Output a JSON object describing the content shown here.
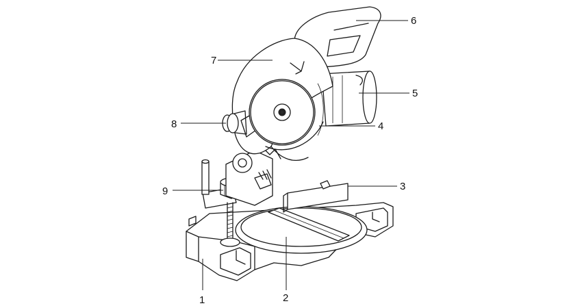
{
  "callouts": [
    {
      "id": "1",
      "text": "1"
    },
    {
      "id": "2",
      "text": "2"
    },
    {
      "id": "3",
      "text": "3"
    },
    {
      "id": "4",
      "text": "4"
    },
    {
      "id": "5",
      "text": "5"
    },
    {
      "id": "6",
      "text": "6"
    },
    {
      "id": "7",
      "text": "7"
    },
    {
      "id": "8",
      "text": "8"
    },
    {
      "id": "9",
      "text": "9"
    }
  ],
  "colors": {
    "line": "#1a1a1a",
    "fill": "#ffffff",
    "background": "#ffffff"
  }
}
